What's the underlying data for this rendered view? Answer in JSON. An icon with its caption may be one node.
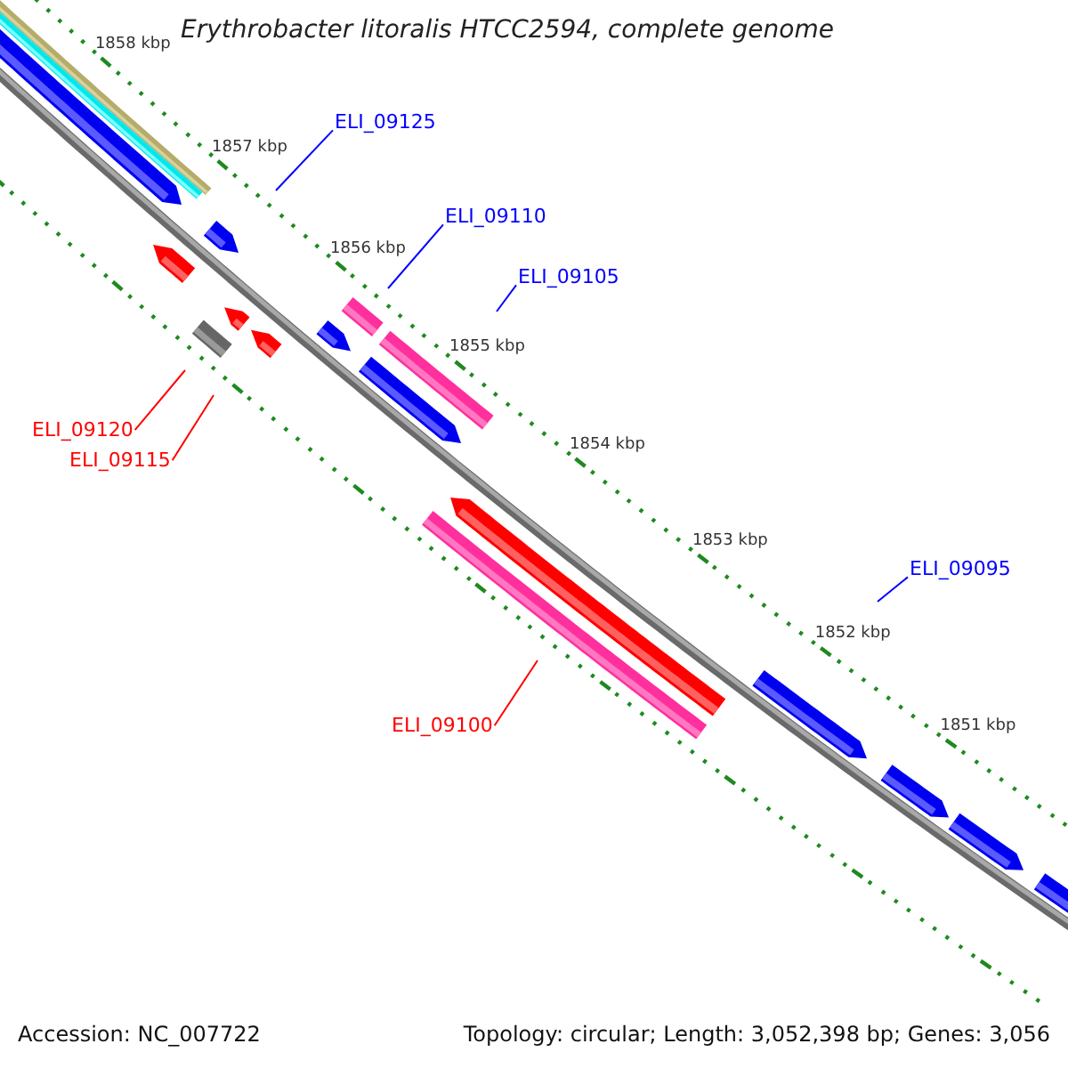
{
  "diagram": {
    "title": "Erythrobacter litoralis HTCC2594, complete genome",
    "nodes": [
      {
        "text": [
          "ELI_09125"
        ]
      },
      {
        "text": [
          "ELI_09110"
        ]
      },
      {
        "text": [
          "ELI_09105"
        ]
      },
      {
        "text": [
          "ELI_09120"
        ]
      },
      {
        "text": [
          "ELI_09115"
        ]
      },
      {
        "text": [
          "ELI_09100"
        ]
      },
      {
        "text": [
          "ELI_09095"
        ]
      }
    ],
    "edges": [
      {
        "from": 0,
        "to": null,
        "arrow": "none"
      },
      {
        "from": 1,
        "to": null,
        "arrow": "none"
      },
      {
        "from": 2,
        "to": null,
        "arrow": "none"
      },
      {
        "from": 3,
        "to": null,
        "arrow": "none",
        "color": "#ff0000"
      },
      {
        "from": 4,
        "to": null,
        "arrow": "none",
        "color": "#ff0000"
      },
      {
        "from": 5,
        "to": null,
        "arrow": "none",
        "color": "#ff0000"
      },
      {
        "from": 6,
        "to": null,
        "arrow": "none"
      }
    ],
    "labels": [
      "1858 kbp",
      "1857 kbp",
      "1856 kbp",
      "1855 kbp",
      "1854 kbp",
      "1853 kbp",
      "1852 kbp",
      "1851 kbp",
      "Accession: NC_007722",
      "Topology: circular; Length: 3,052,398 bp; Genes: 3,056"
    ]
  }
}
